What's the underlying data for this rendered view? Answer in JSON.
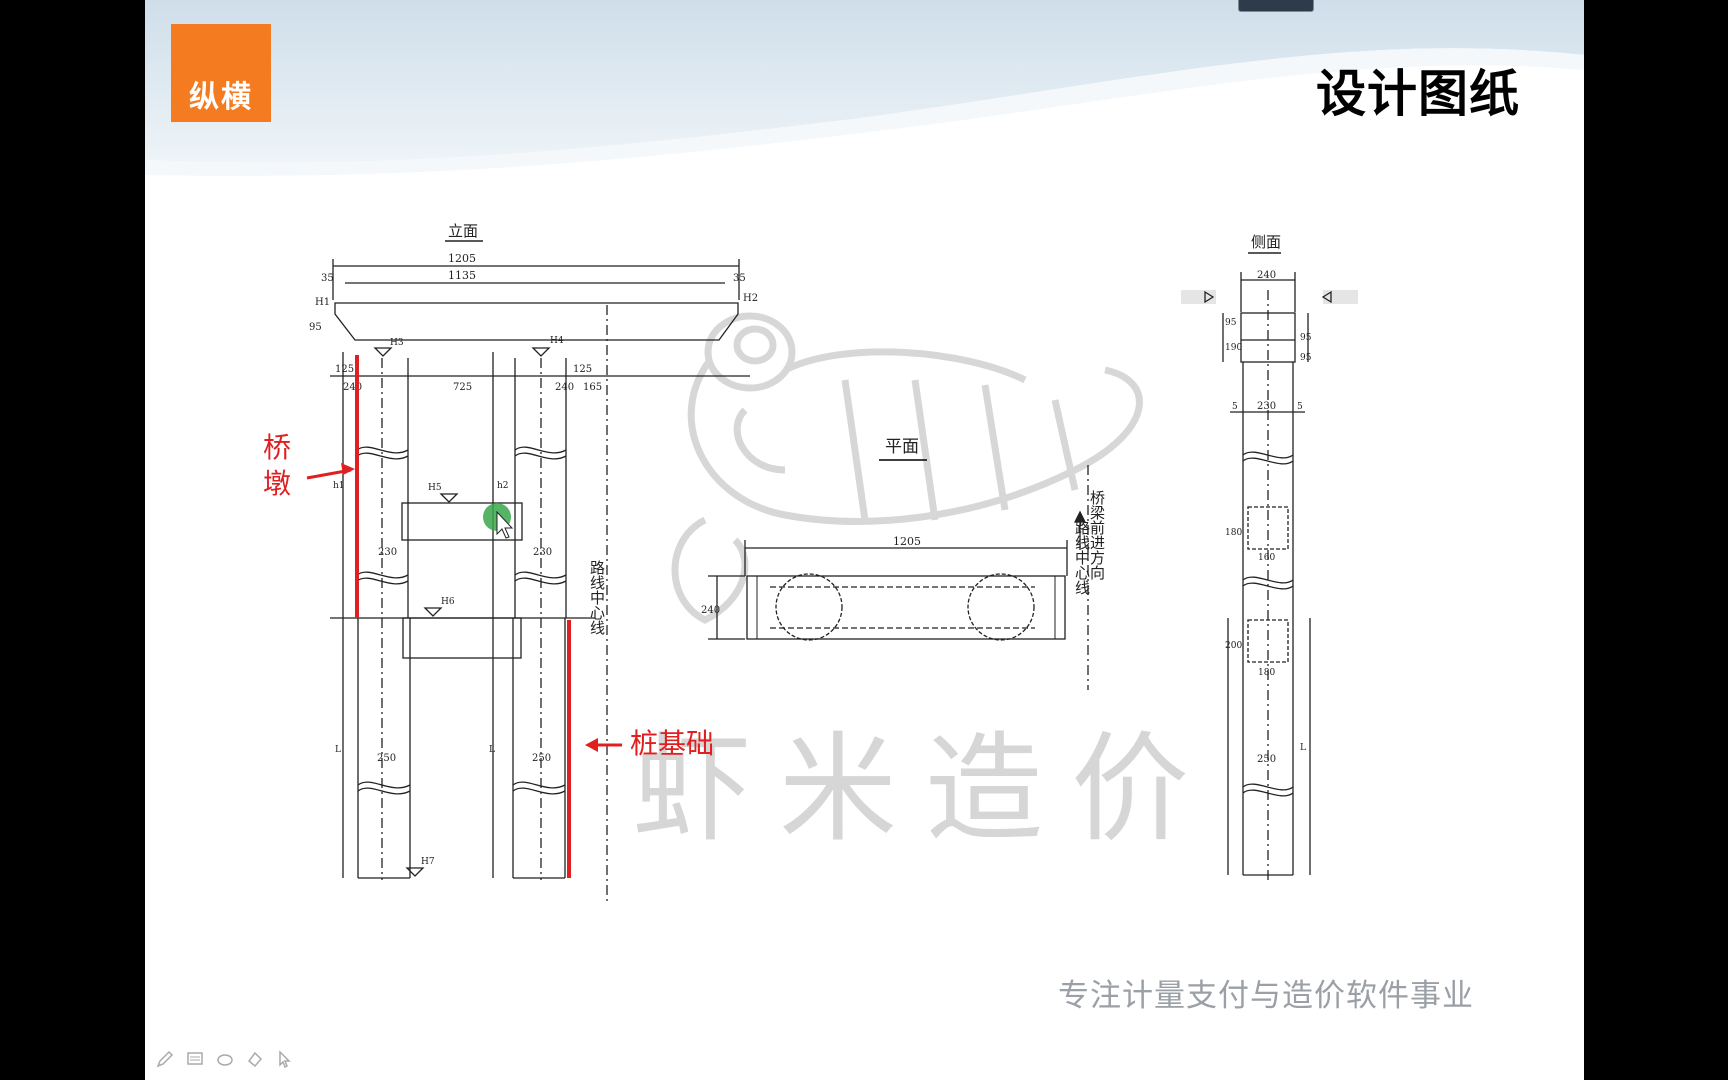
{
  "slide": {
    "logo_text": "纵横",
    "title": "设计图纸",
    "slogan": "专注计量支付与造价软件事业",
    "watermark": "虾米造价"
  },
  "annotations": {
    "pier_label": "桥\n墩",
    "pile_label": "桩基础"
  },
  "drawing": {
    "elevation": {
      "title": "立面",
      "dims": {
        "overall": "1205",
        "inner": "1135",
        "left_edge": "35",
        "right_edge": "35",
        "cap_height": "95",
        "col_left_offset": "125",
        "col_width_left": "240",
        "col_spacing": "725",
        "col_width_right": "240",
        "right_offset": "165",
        "right_offset2": "125",
        "beam1_col_left": "230",
        "beam1_col_right": "230",
        "pile_left": "250",
        "pile_right": "250"
      },
      "marks": [
        "H1",
        "H2",
        "H3",
        "H4",
        "H5",
        "H6",
        "H7",
        "h1",
        "h2",
        "L",
        "L"
      ],
      "centerline": "路线中心线"
    },
    "plan": {
      "title": "平面",
      "dims": {
        "length": "1205",
        "width": "240"
      },
      "direction": "桥梁前进方向",
      "centerline": "路线中心线"
    },
    "side": {
      "title": "侧面",
      "dims": {
        "top_width": "240",
        "cap_a": "190",
        "cap_b": "95",
        "cap_c": "95",
        "cap_d": "95",
        "col_width": "230",
        "left_gap": "5",
        "right_gap": "5",
        "beam_h": "180",
        "beam_w": "160",
        "tie_h": "200",
        "tie_w": "180",
        "pile_w": "250",
        "pile_L": "L"
      }
    }
  },
  "colors": {
    "logo": "#f47b20",
    "header_wave": "#dde8f0",
    "annotation_red": "#e02020",
    "cursor_dot": "#3aa64a"
  },
  "toolbar": {
    "icons": [
      "pen-icon",
      "slide-icon",
      "eraser-icon",
      "highlighter-icon",
      "pointer-icon"
    ]
  }
}
